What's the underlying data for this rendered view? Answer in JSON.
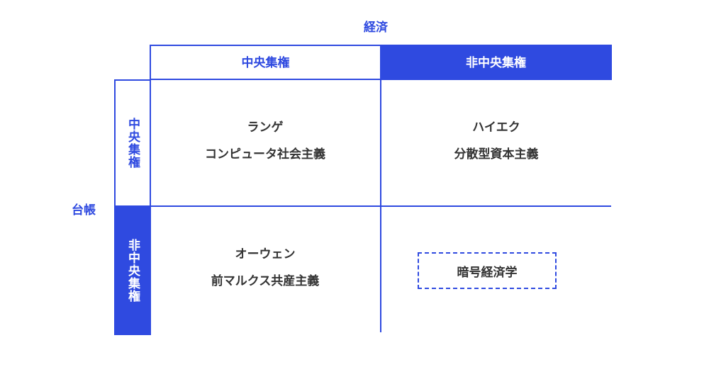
{
  "axes": {
    "x_label": "経済",
    "y_label": "台帳"
  },
  "columns": [
    {
      "label": "中央集権"
    },
    {
      "label": "非中央集権"
    }
  ],
  "rows": [
    {
      "label": "中央集権"
    },
    {
      "label": "非中央集権"
    }
  ],
  "cells": {
    "central_central": {
      "line1": "ランゲ",
      "line2": "コンピュータ社会主義"
    },
    "central_decentral": {
      "line1": "ハイエク",
      "line2": "分散型資本主義"
    },
    "decentral_central": {
      "line1": "オーウェン",
      "line2": "前マルクス共産主義"
    },
    "decentral_decentral": {
      "label": "暗号経済学"
    }
  },
  "colors": {
    "accent": "#2F4AE0",
    "text": "#333333",
    "background": "#ffffff"
  }
}
